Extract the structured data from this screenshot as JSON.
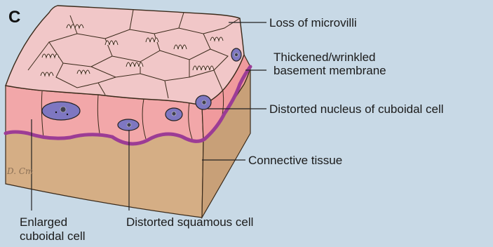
{
  "panel_letter": "C",
  "signature": "D. Cm",
  "labels": {
    "microvilli": "Loss of microvilli",
    "membrane_line1": "Thickened/wrinkled",
    "membrane_line2": "basement membrane",
    "nucleus": "Distorted nucleus of cuboidal cell",
    "connective": "Connective tissue",
    "enlarged_line1": "Enlarged",
    "enlarged_line2": "cuboidal cell",
    "squamous": "Distorted squamous cell"
  },
  "colors": {
    "background": "#c8d9e6",
    "cell_top": "#f1c7c8",
    "cell_side": "#f2a7a9",
    "connective": "#d5ae85",
    "basement_membrane": "#9c3c95",
    "nucleus": "#7e77c1"
  }
}
